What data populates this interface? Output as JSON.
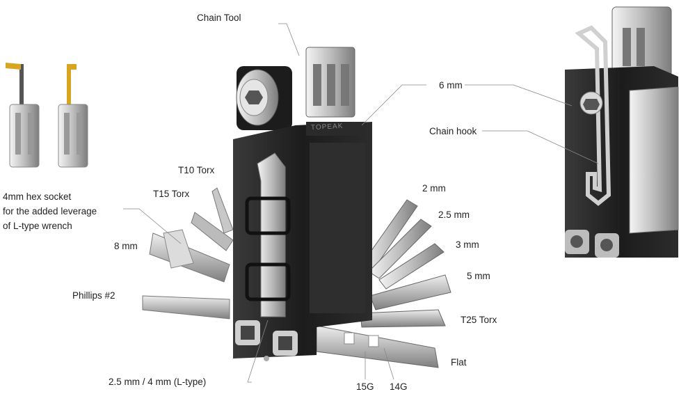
{
  "labels": {
    "chain_tool": "Chain Tool",
    "six_mm": "6 mm",
    "chain_hook": "Chain hook",
    "t10": "T10 Torx",
    "t15": "T15 Torx",
    "two_mm": "2 mm",
    "two_five_mm": "2.5 mm",
    "three_mm": "3 mm",
    "eight_mm": "8 mm",
    "five_mm": "5 mm",
    "phillips": "Phillips #2",
    "t25": "T25 Torx",
    "flat": "Flat",
    "l_type": "2.5 mm / 4 mm (L-type)",
    "g15": "15G",
    "g14": "14G"
  },
  "note": {
    "line1": "4mm hex socket",
    "line2": "for the added leverage",
    "line3": "of L-type wrench"
  },
  "brand": "TOPEAK",
  "colors": {
    "body": "#1f1f1f",
    "steel": "#c9c9c9",
    "brass": "#d8a520",
    "line": "#888888"
  }
}
